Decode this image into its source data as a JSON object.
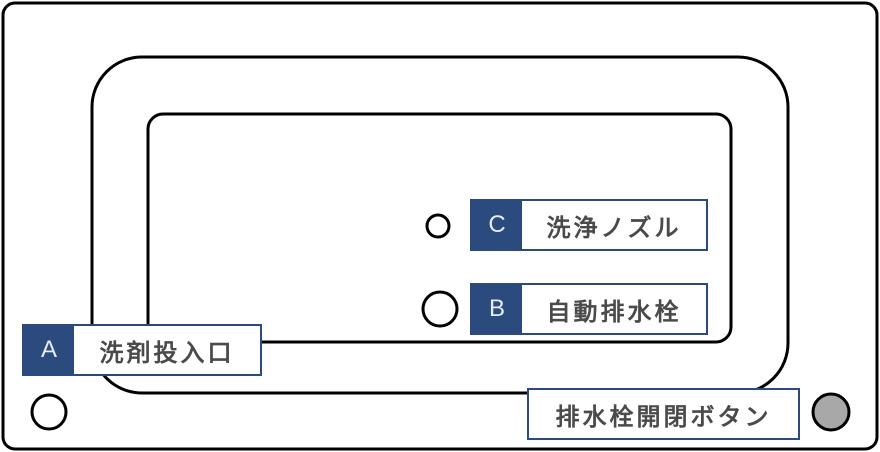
{
  "colors": {
    "label_fill": "#2b4a7e",
    "label_border": "#2b4a7e",
    "text": "#4a4a4a",
    "outline": "#000000",
    "button_fill": "#a8a8a8"
  },
  "labels": {
    "a": {
      "key": "A",
      "text": "洗剤投入口"
    },
    "b": {
      "key": "B",
      "text": "自動排水栓"
    },
    "c": {
      "key": "C",
      "text": "洗浄ノズル"
    },
    "drain_button": {
      "text": "排水栓開閉ボタン"
    }
  },
  "icons": {
    "detergent_inlet": "circle-outline",
    "auto_drain": "circle-outline",
    "nozzle": "circle-outline-small",
    "drain_button": "circle-filled-gray"
  }
}
